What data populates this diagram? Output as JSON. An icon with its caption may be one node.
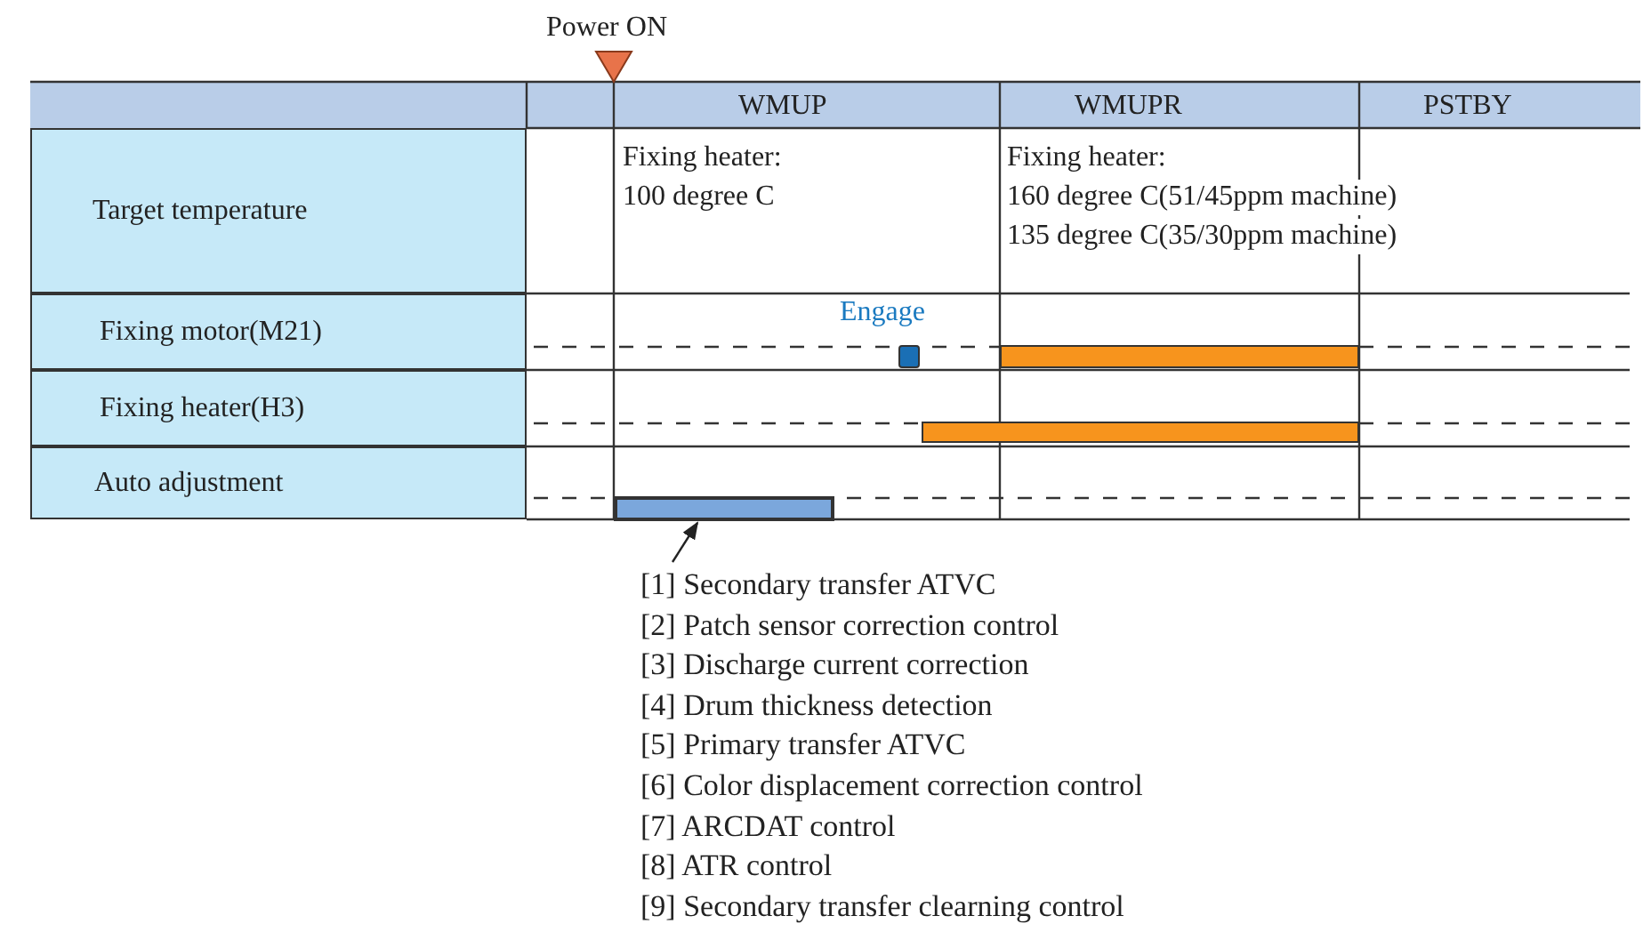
{
  "diagram": {
    "nodes": [
      {
        "text": [],
        "shape": "box"
      },
      {
        "text": [],
        "shape": "bar"
      },
      {
        "text": [],
        "shape": "bar"
      },
      {
        "text": [],
        "shape": "bar"
      },
      {
        "text": [
          "[1] Secondary transfer ATVC",
          "[2] Patch sensor correction control",
          "[3] Discharge current correction",
          "[4] Drum thickness detection",
          "[5] Primary transfer ATVC",
          "[6] Color displacement correction control",
          "[7] ARCDAT control",
          "[8] ATR control",
          "[9] Secondary transfer clearning control"
        ]
      }
    ],
    "edges": [
      {
        "from": 4,
        "to": 3,
        "arrow": "to"
      }
    ],
    "labels": [
      "Power ON",
      "WMUP",
      "WMUPR",
      "PSTBY",
      "Target temperature",
      "Fixing heater:",
      "100 degree C",
      "Fixing heater:",
      "160 degree C(51/45ppm machine)",
      "135 degree C(35/30ppm machine)",
      "Fixing motor(M21)",
      "Engage",
      "Fixing heater(H3)",
      "Auto adjustment"
    ]
  }
}
